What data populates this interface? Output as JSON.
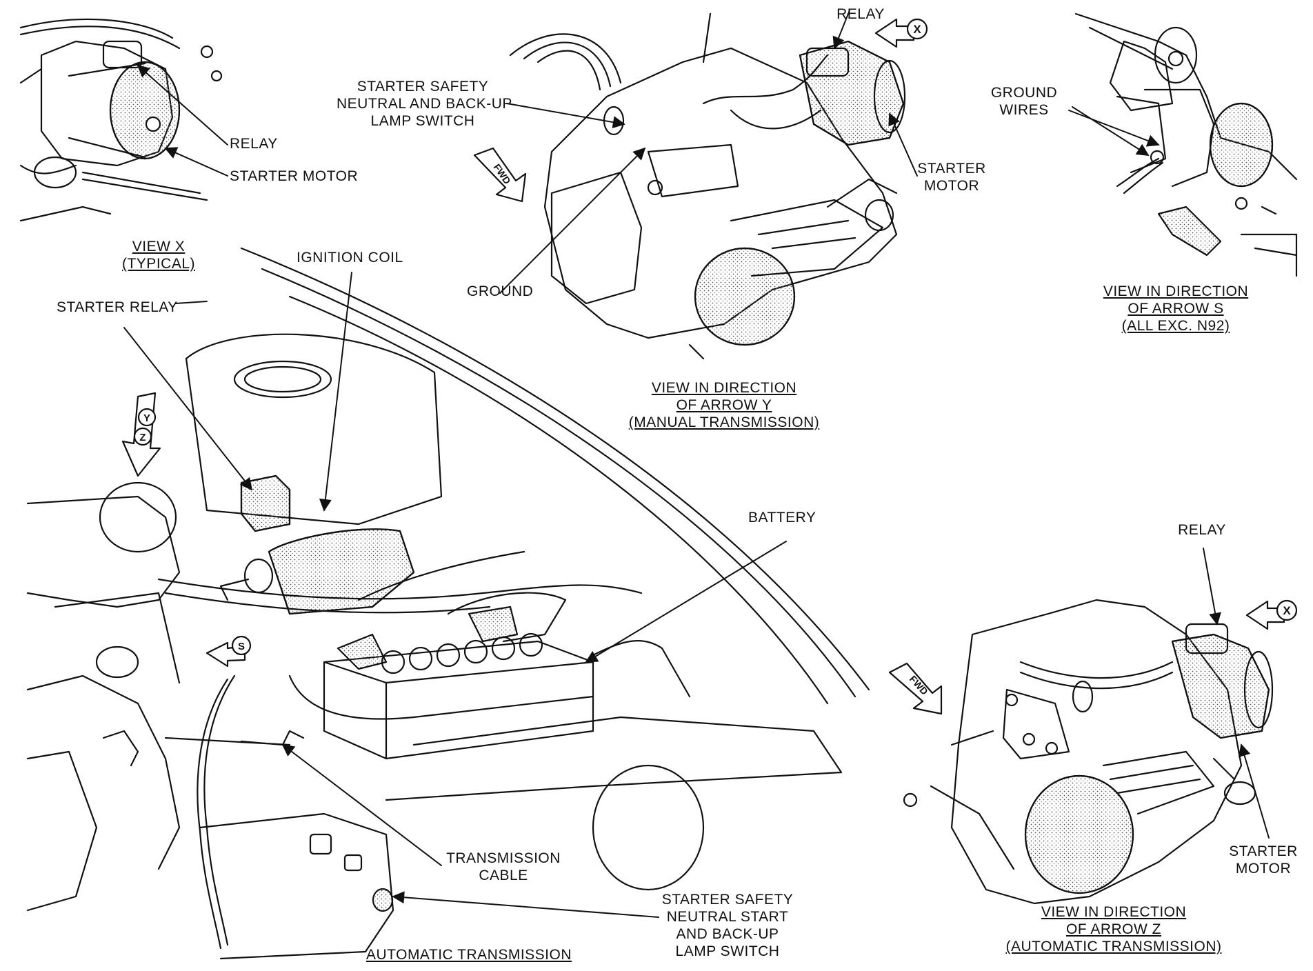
{
  "labels": {
    "view_x_relay": "RELAY",
    "view_x_starter_motor": "STARTER MOTOR",
    "view_x_caption": [
      "VIEW X",
      "(TYPICAL)"
    ],
    "y_safety_switch": "STARTER SAFETY\nNEUTRAL AND BACK-UP\nLAMP SWITCH",
    "y_relay": "RELAY",
    "y_starter_motor": "STARTER\nMOTOR",
    "y_ground": "GROUND",
    "y_fwd": "FWD",
    "arrow_x": "X",
    "view_y_caption": [
      "VIEW IN DIRECTION",
      "OF ARROW Y",
      "(MANUAL TRANSMISSION)"
    ],
    "s_ground_wires": "GROUND\nWIRES",
    "view_s_caption": [
      "VIEW IN DIRECTION",
      "OF ARROW S",
      "(ALL EXC. N92)"
    ],
    "ignition_coil": "IGNITION COIL",
    "starter_relay": "STARTER RELAY",
    "arrow_y": "Y",
    "arrow_z": "Z",
    "arrow_s": "S",
    "battery": "BATTERY",
    "transmission_cable": "TRANSMISSION\nCABLE",
    "auto_safety_switch": "STARTER SAFETY\nNEUTRAL START\nAND BACK-UP\nLAMP SWITCH",
    "auto_caption": [
      "AUTOMATIC TRANSMISSION"
    ],
    "z_relay": "RELAY",
    "z_fwd": "FWD",
    "z_arrow_x": "X",
    "z_starter_motor": "STARTER\nMOTOR",
    "view_z_caption": [
      "VIEW IN DIRECTION",
      "OF ARROW Z",
      "(AUTOMATIC TRANSMISSION)"
    ]
  },
  "colors": {
    "ink": "#111111",
    "paper": "#ffffff",
    "shade": "#c8c8c8"
  }
}
